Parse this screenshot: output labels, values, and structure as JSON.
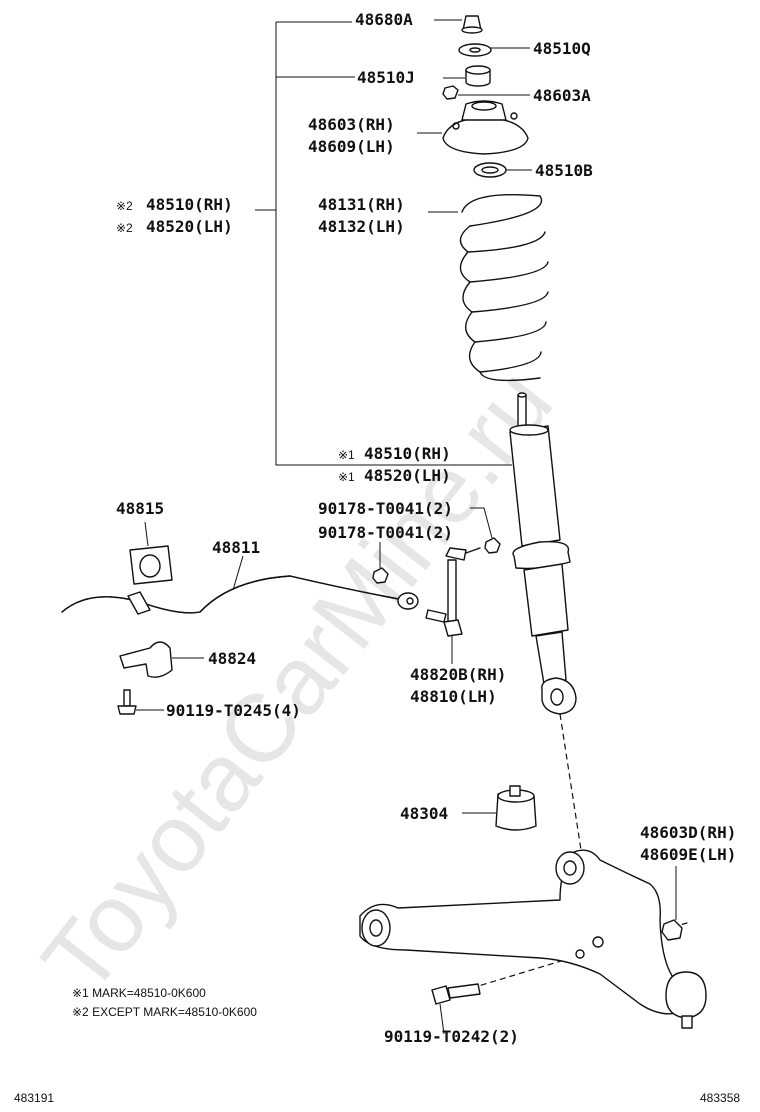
{
  "watermark": "ToyotaCarMine.ru",
  "labels": {
    "p48680A": "48680A",
    "p48510Q": "48510Q",
    "p48510J": "48510J",
    "p48603A": "48603A",
    "p48603RH": "48603(RH)",
    "p48609LH": "48609(LH)",
    "p48510B": "48510B",
    "mark2": "※2",
    "p48510RH_top": "48510(RH)",
    "p48520LH_top": "48520(LH)",
    "p48131RH": "48131(RH)",
    "p48132LH": "48132(LH)",
    "mark1": "※1",
    "p48510RH_bot": "48510(RH)",
    "p48520LH_bot": "48520(LH)",
    "p48815": "48815",
    "p48811": "48811",
    "p90178_a": "90178-T0041(2)",
    "p90178_b": "90178-T0041(2)",
    "p48824": "48824",
    "p90119_T0245": "90119-T0245(4)",
    "p48820B": "48820B(RH)",
    "p48810": "48810(LH)",
    "p48304": "48304",
    "p48603D": "48603D(RH)",
    "p48609E": "48609E(LH)",
    "p90119_T0242": "90119-T0242(2)"
  },
  "notes": {
    "n1": "※1  MARK=48510-0K600",
    "n2": "※2  EXCEPT MARK=48510-0K600"
  },
  "footer": {
    "left_code": "483191",
    "right_code": "483358"
  }
}
